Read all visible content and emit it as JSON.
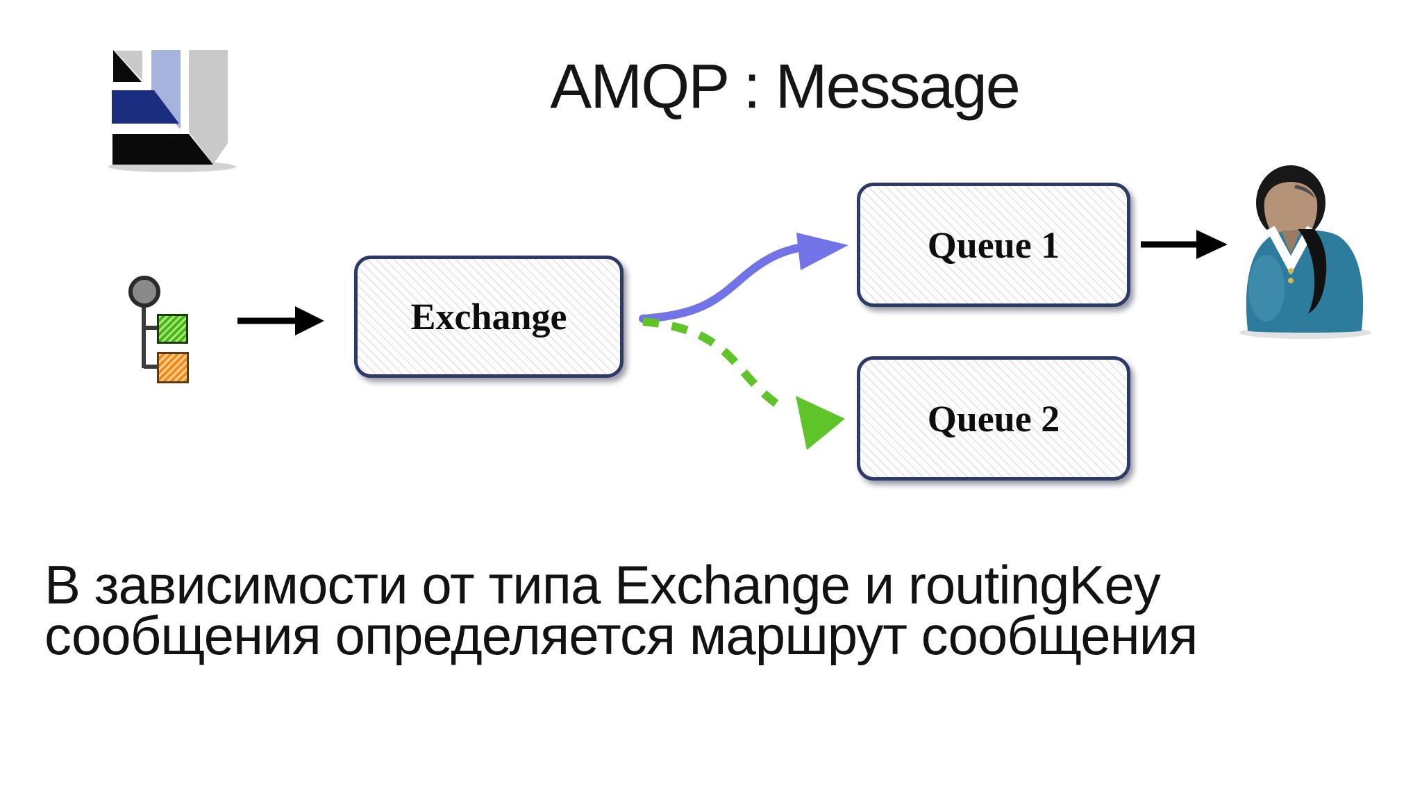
{
  "slide": {
    "title": "AMQP : Message",
    "caption_line1": "В зависимости от типа Exchange и routingKey",
    "caption_line2": "сообщения определяется маршрут сообщения"
  },
  "diagram": {
    "exchange": {
      "label": "Exchange"
    },
    "queue1": {
      "label": "Queue 1"
    },
    "queue2": {
      "label": "Queue 2"
    },
    "routes": {
      "solid_route_color": "#7173e6",
      "dashed_route_color": "#5fc32a",
      "plain_arrow_color": "#000000"
    },
    "icons": {
      "producer": "routing-tree-icon",
      "consumer": "person-avatar-icon",
      "logo": "company-logo"
    },
    "box_style": {
      "border_color": "#2b3a68",
      "fill": "#fdfdfd"
    }
  },
  "logo_colors": {
    "navy": "#1b2d7e",
    "periwinkle": "#a7b2dd",
    "gray": "#c9c9c9",
    "black": "#0a0a0a"
  }
}
